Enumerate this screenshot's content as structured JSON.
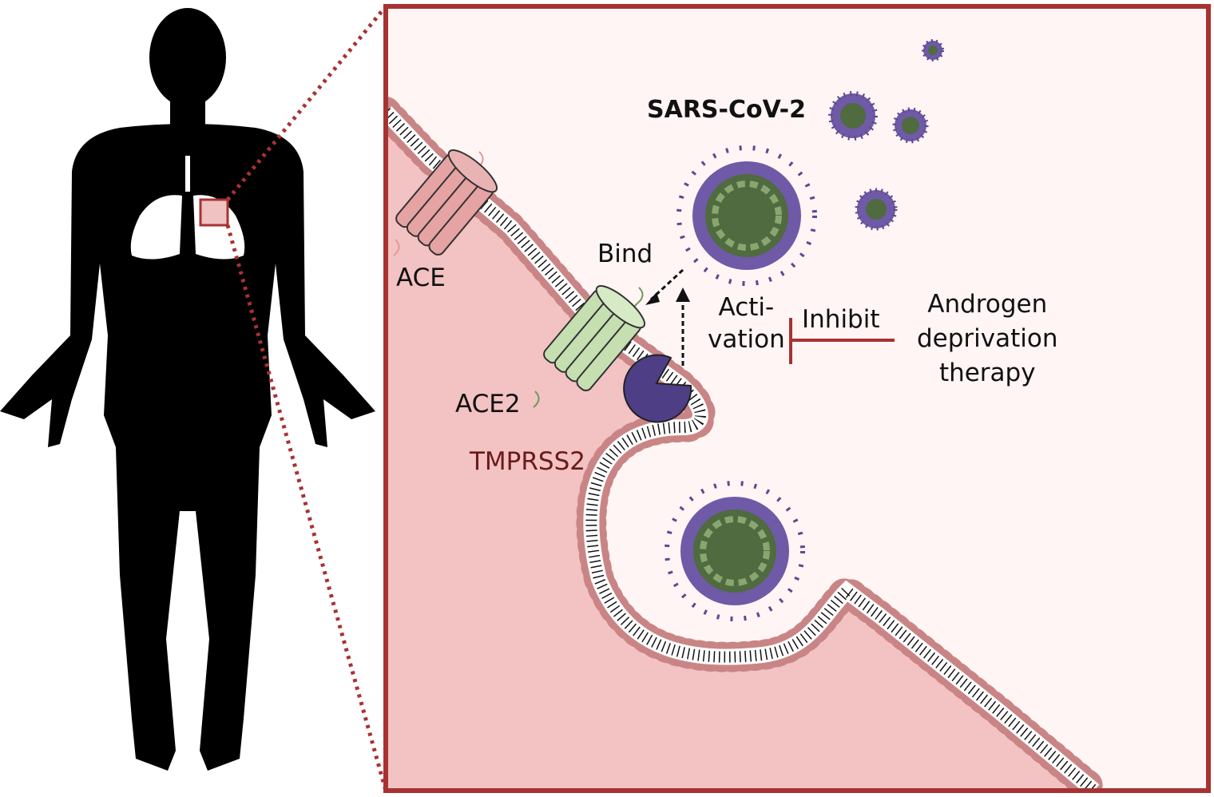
{
  "labels": {
    "virus": "SARS-CoV-2",
    "ace": "ACE",
    "ace2": "ACE2",
    "tmprss2": "TMPRSS2",
    "bind": "Bind",
    "activation_line1": "Acti-",
    "activation_line2": "vation",
    "inhibit": "Inhibit",
    "therapy_line1": "Androgen",
    "therapy_line2": "deprivation",
    "therapy_line3": "therapy"
  },
  "colors": {
    "frame": "#a83232",
    "cell_interior": "#f3c2c2",
    "membrane_head": "#c98585",
    "ace": "#e6a3a3",
    "ace2": "#c5dfb1",
    "tmprss2": "#4d3e86",
    "virus_envelope": "#6f5aa7",
    "virus_core": "#4f6b3f",
    "silhouette": "#000000"
  }
}
